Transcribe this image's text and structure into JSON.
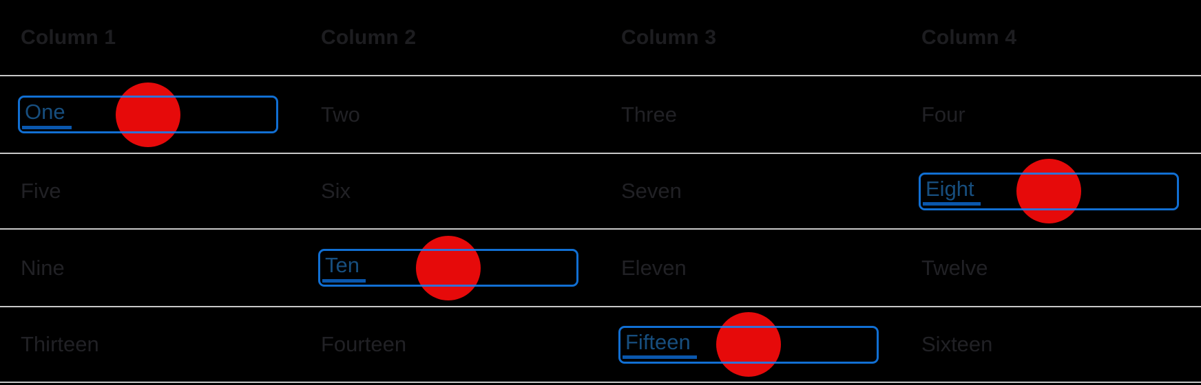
{
  "table": {
    "headers": [
      "Column 1",
      "Column 2",
      "Column 3",
      "Column 4"
    ],
    "rows": [
      {
        "cells": [
          {
            "text": "One",
            "focused": true,
            "link": true,
            "click_indicator": true
          },
          {
            "text": "Two",
            "focused": false
          },
          {
            "text": "Three",
            "focused": false
          },
          {
            "text": "Four",
            "focused": false
          }
        ]
      },
      {
        "cells": [
          {
            "text": "Five",
            "focused": false
          },
          {
            "text": "Six",
            "focused": false
          },
          {
            "text": "Seven",
            "focused": false
          },
          {
            "text": "Eight",
            "focused": true,
            "link": true,
            "click_indicator": true
          }
        ]
      },
      {
        "cells": [
          {
            "text": "Nine",
            "focused": false
          },
          {
            "text": "Ten",
            "focused": true,
            "link": true,
            "click_indicator": true
          },
          {
            "text": "Eleven",
            "focused": false
          },
          {
            "text": "Twelve",
            "focused": false
          }
        ]
      },
      {
        "cells": [
          {
            "text": "Thirteen",
            "focused": false
          },
          {
            "text": "Fourteen",
            "focused": false
          },
          {
            "text": "Fifteen",
            "focused": true,
            "link": true,
            "click_indicator": true
          },
          {
            "text": "Sixteen",
            "focused": false
          }
        ]
      }
    ]
  },
  "icons": {
    "click_indicator": "red-filled-circle"
  },
  "colors": {
    "background": "#000000",
    "divider": "#c9c9c9",
    "header_text": "#1d1d20",
    "cell_text": "#212125",
    "focus_ring": "rgba(20,130,248,0.85)",
    "link_text": "#174e7e",
    "link_underline": "#0a57ad",
    "click_indicator": "#e60a0a"
  }
}
